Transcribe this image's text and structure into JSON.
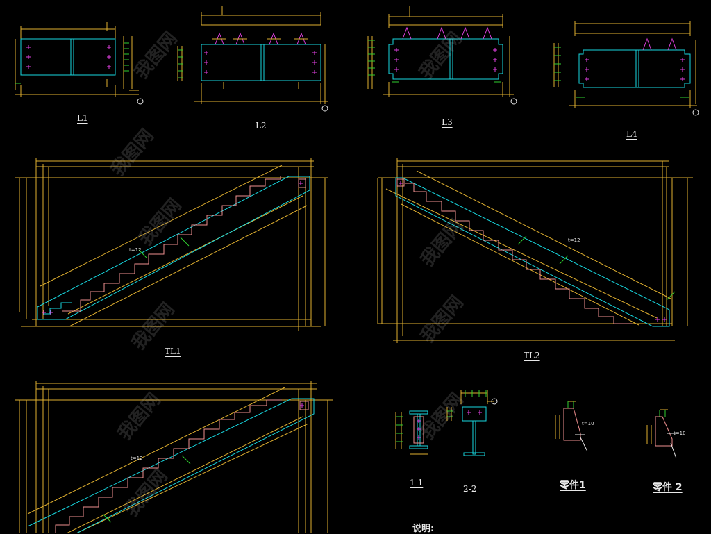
{
  "labels": {
    "l1": "L1",
    "l2": "L2",
    "l3": "L3",
    "l4": "L4",
    "tl1": "TL1",
    "tl2": "TL2",
    "sec1": "1-1",
    "sec2": "2-2",
    "part1": "零件1",
    "part2": "零件 2",
    "notes": "说明:"
  },
  "annotations": {
    "tl1_thickness": "t=12",
    "tl2_thickness": "t=12",
    "tl3_thickness": "t=12",
    "part1_thickness": "t=10",
    "part2_thickness": "t=10"
  },
  "watermark": "我图网",
  "colors": {
    "background": "#000000",
    "dimension": "#e0b030",
    "outline": "#18d8e0",
    "steps": "#f09090",
    "text": "#e8e8e8",
    "marker_green": "#30d030",
    "magenta": "#e040e0"
  }
}
